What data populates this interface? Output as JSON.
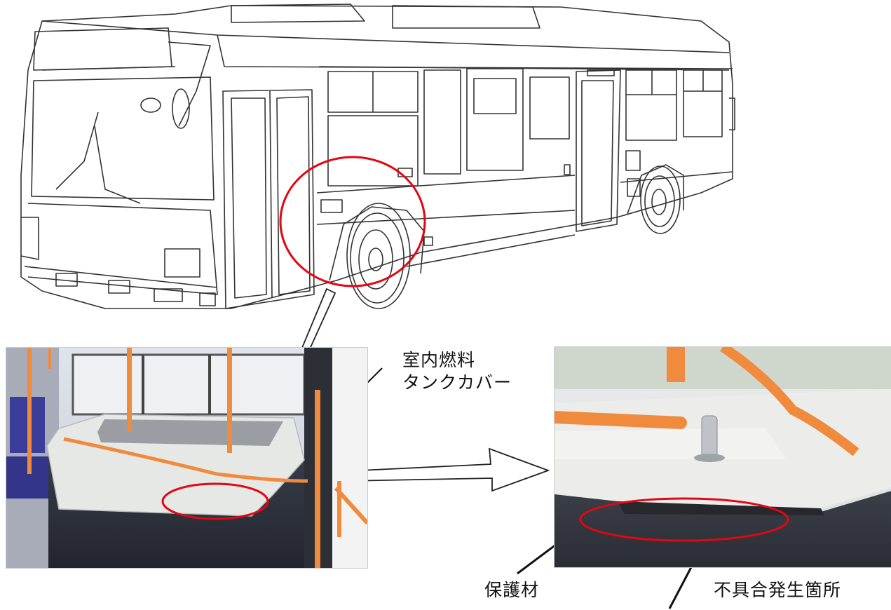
{
  "labels": {
    "tank_cover_line1": "室内燃料",
    "tank_cover_line2": "タンクカバー",
    "protector": "保護材",
    "defect_location": "不具合発生箇所"
  },
  "colors": {
    "highlight": "#e30613",
    "handrail": "#f08a3c",
    "tank_cover": "#e6e8e6",
    "tank_body": "#2b2f38"
  },
  "icons": [
    "bus-line-drawing",
    "interior-photo",
    "closeup-photo",
    "callout-arrow"
  ]
}
